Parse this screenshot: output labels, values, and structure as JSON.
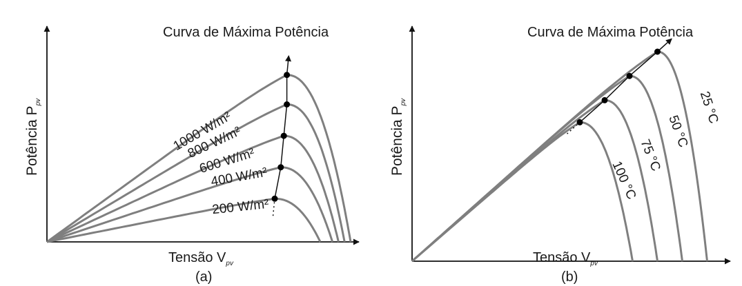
{
  "chart_data": [
    {
      "type": "line",
      "panel_label": "(a)",
      "annotation": "Curva de Máxima Potência",
      "xlabel": {
        "main": "Tensão V",
        "sub": "pv"
      },
      "ylabel": {
        "main": "Potência P",
        "sub": "pv"
      },
      "grid": false,
      "series": [
        {
          "name": "1000 W/m²",
          "mpp": [
            0.79,
            0.85
          ],
          "voc": 1.0
        },
        {
          "name": "800 W/m²",
          "mpp": [
            0.79,
            0.7
          ],
          "voc": 0.98
        },
        {
          "name": "600 W/m²",
          "mpp": [
            0.78,
            0.54
          ],
          "voc": 0.96
        },
        {
          "name": "400 W/m²",
          "mpp": [
            0.77,
            0.38
          ],
          "voc": 0.94
        },
        {
          "name": "200 W/m²",
          "mpp": [
            0.75,
            0.22
          ],
          "voc": 0.9
        }
      ]
    },
    {
      "type": "line",
      "panel_label": "(b)",
      "annotation": "Curva de Máxima Potência",
      "xlabel": {
        "main": "Tensão V",
        "sub": "pv"
      },
      "ylabel": {
        "main": "Potência P",
        "sub": "pv"
      },
      "grid": false,
      "series": [
        {
          "name": "25 °C",
          "mpp": [
            0.79,
            0.95
          ],
          "voc": 0.95
        },
        {
          "name": "50 °C",
          "mpp": [
            0.7,
            0.84
          ],
          "voc": 0.87
        },
        {
          "name": "75 °C",
          "mpp": [
            0.62,
            0.73
          ],
          "voc": 0.79
        },
        {
          "name": "100 °C",
          "mpp": [
            0.54,
            0.63
          ],
          "voc": 0.71
        }
      ]
    }
  ]
}
